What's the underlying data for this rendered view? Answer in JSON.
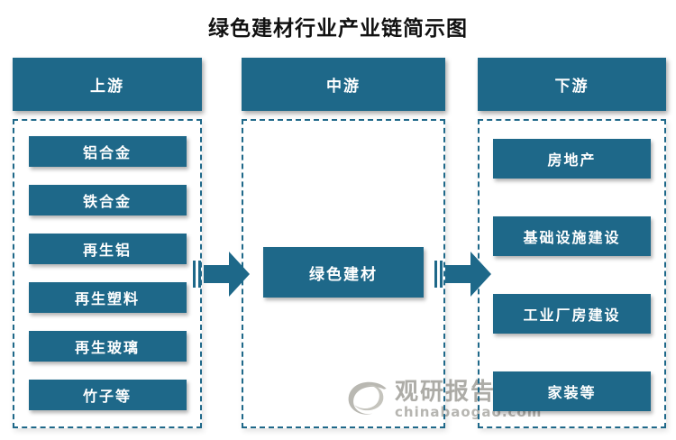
{
  "title": "绿色建材行业产业链简示图",
  "colors": {
    "accent_teal": "#1e6889",
    "watermark_gray": "#a9a8a3",
    "background": "#ffffff"
  },
  "columns": [
    {
      "header": "上游",
      "items": [
        "铝合金",
        "铁合金",
        "再生铝",
        "再生塑料",
        "再生玻璃",
        "竹子等"
      ]
    },
    {
      "header": "中游",
      "items": [
        "绿色建材"
      ]
    },
    {
      "header": "下游",
      "items": [
        "房地产",
        "基础设施建设",
        "工业厂房建设",
        "家装等"
      ]
    }
  ],
  "watermark": {
    "site_name": "观研报告网",
    "site_url": "chinabaogao.com"
  }
}
